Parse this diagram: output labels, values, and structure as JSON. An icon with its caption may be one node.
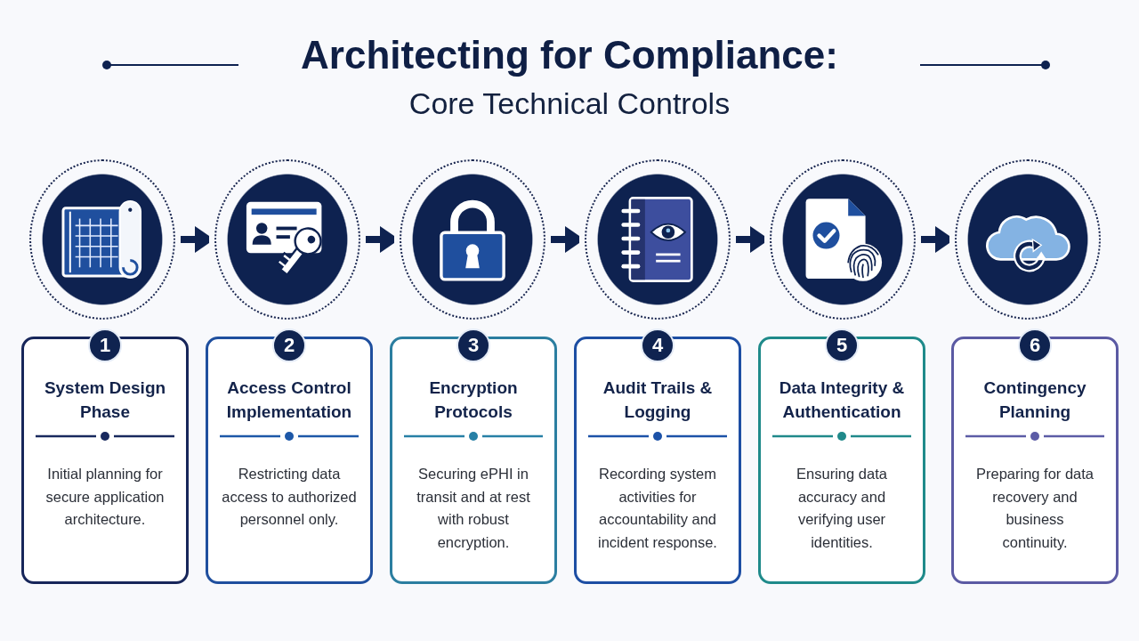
{
  "diagram": {
    "title": "Architecting for Compliance:",
    "labels": [
      "Core Technical Controls"
    ],
    "nodes": [
      {
        "text": [],
        "shape": "picture"
      },
      {
        "text": [],
        "shape": "picture"
      },
      {
        "text": [],
        "shape": "picture"
      },
      {
        "text": [],
        "shape": "picture"
      },
      {
        "text": [],
        "shape": "picture"
      },
      {
        "text": [],
        "shape": "picture"
      },
      {
        "text": [
          "1",
          "System Design Phase",
          "Initial planning for secure application architecture."
        ]
      },
      {
        "text": [
          "2",
          "Access Control Implementation",
          "Restricting data access to authorized personnel only."
        ]
      },
      {
        "text": [
          "3",
          "Encryption Protocols",
          "Securing ePHI in transit and at rest with robust encryption."
        ]
      },
      {
        "text": [
          "4",
          "Audit Trails & Logging",
          "Recording system activities for accountability and incident response."
        ]
      },
      {
        "text": [
          "5",
          "Data Integrity & Authentication",
          "Ensuring data accuracy and verifying user identities."
        ]
      },
      {
        "text": [
          "6",
          "Contingency Planning",
          "Preparing for data recovery and business continuity."
        ]
      }
    ],
    "edges": [
      {
        "from": 0,
        "to": 1,
        "arrow": "to"
      },
      {
        "from": 1,
        "to": 2,
        "arrow": "to"
      },
      {
        "from": 2,
        "to": 3,
        "arrow": "to"
      },
      {
        "from": 3,
        "to": 4,
        "arrow": "to"
      },
      {
        "from": 4,
        "to": 5,
        "arrow": "to"
      }
    ]
  }
}
